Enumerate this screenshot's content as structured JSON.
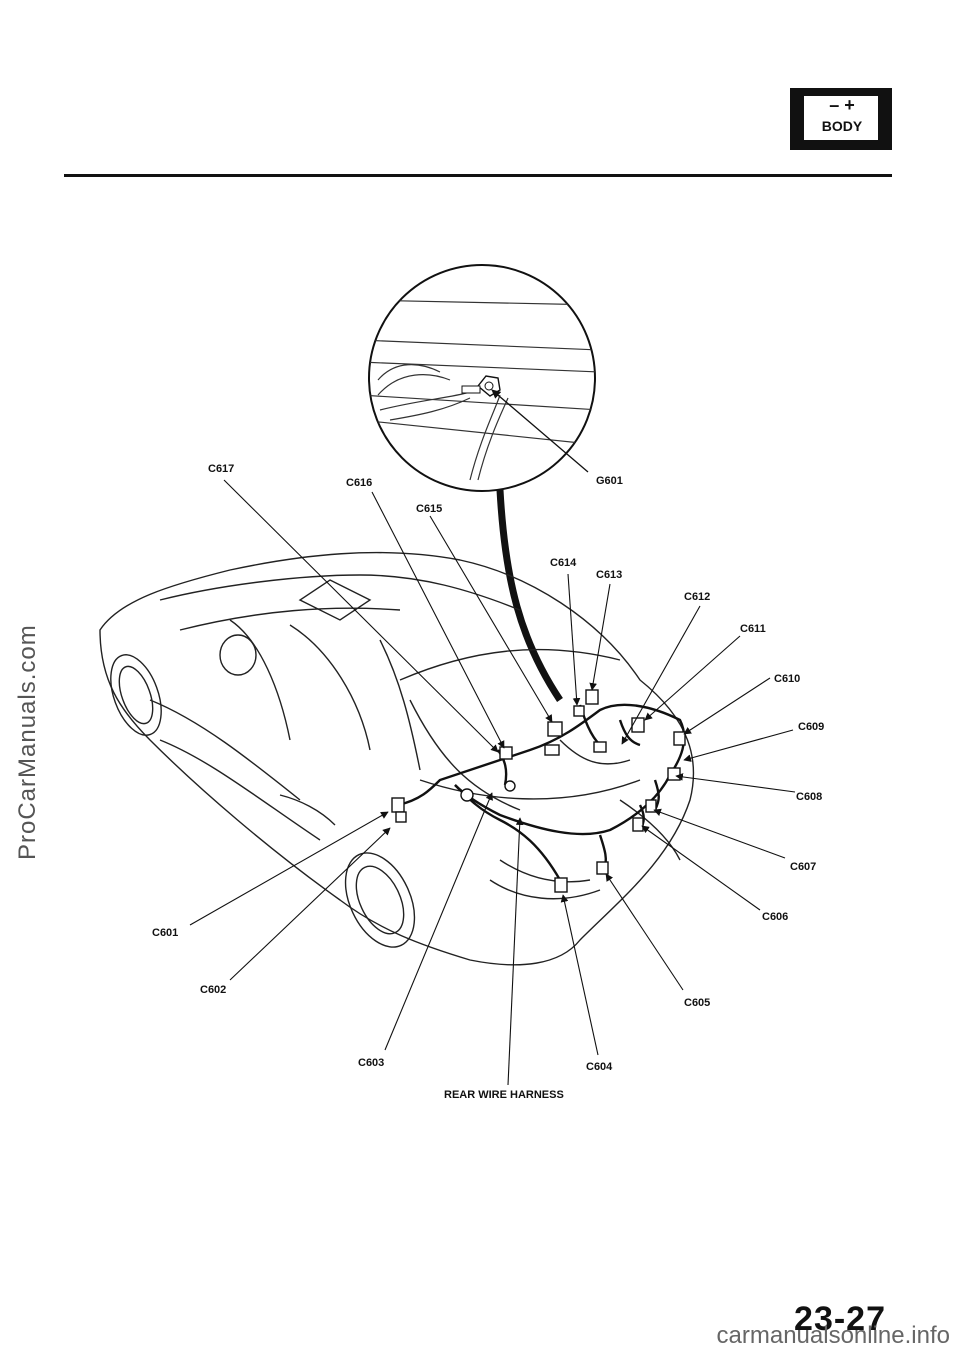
{
  "header": {
    "badge_symbols": "– +",
    "badge_label": "BODY"
  },
  "page_number": "23-27",
  "watermarks": {
    "side": "ProCarManuals.com",
    "bottom": "carmanualsonline.info"
  },
  "diagram": {
    "harness_label": "REAR WIRE HARNESS",
    "ground_label": "G601",
    "connectors": [
      "C601",
      "C602",
      "C603",
      "C604",
      "C605",
      "C606",
      "C607",
      "C608",
      "C609",
      "C610",
      "C611",
      "C612",
      "C613",
      "C614",
      "C615",
      "C616",
      "C617"
    ]
  }
}
